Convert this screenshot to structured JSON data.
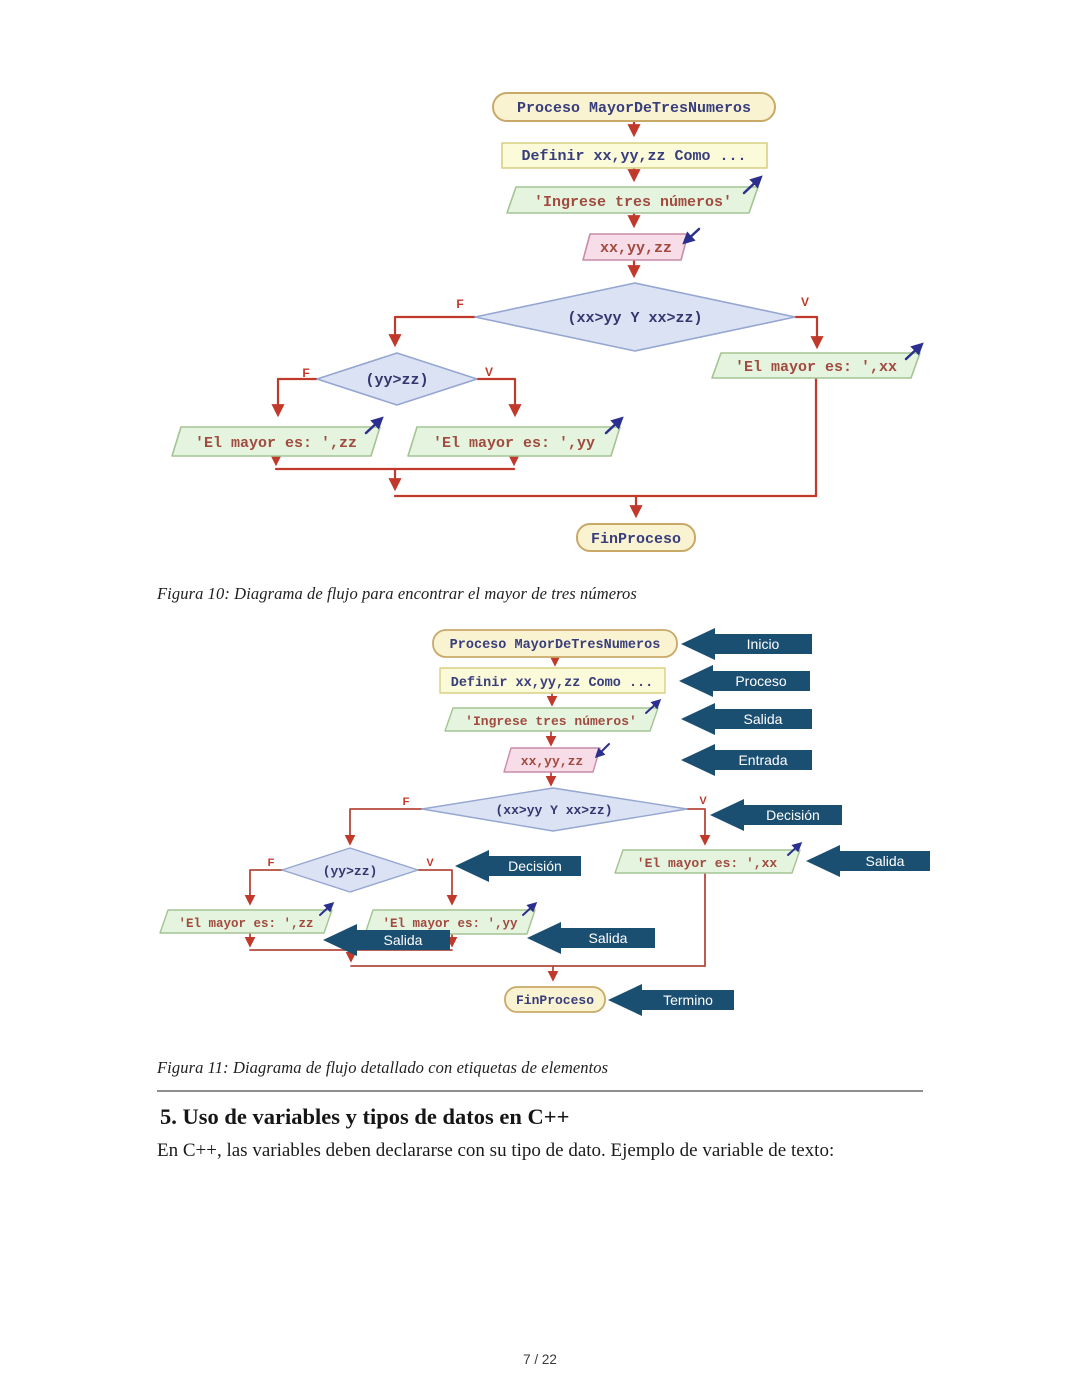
{
  "page": {
    "footer": "7 / 22"
  },
  "figure10": {
    "caption": "Figura 10: Diagrama de flujo para encontrar el mayor de tres números",
    "branch_false": "F",
    "branch_true": "V",
    "nodes": {
      "start": "Proceso MayorDeTresNumeros",
      "define": "Definir xx,yy,zz Como ...",
      "prompt": "'Ingrese tres números'",
      "input": "xx,yy,zz",
      "cond1": "(xx>yy Y xx>zz)",
      "cond2": "(yy>zz)",
      "out_zz": "'El mayor es: ',zz",
      "out_yy": "'El mayor es: ',yy",
      "out_xx": "'El mayor es: ',xx",
      "end": "FinProceso"
    }
  },
  "figure11": {
    "caption": "Figura 11: Diagrama de flujo detallado con etiquetas de elementos",
    "branch_false": "F",
    "branch_true": "V",
    "nodes": {
      "start": "Proceso MayorDeTresNumeros",
      "define": "Definir xx,yy,zz Como ...",
      "prompt": "'Ingrese tres números'",
      "input": "xx,yy,zz",
      "cond1": "(xx>yy Y xx>zz)",
      "cond2": "(yy>zz)",
      "out_zz": "'El mayor es: ',zz",
      "out_yy": "'El mayor es: ',yy",
      "out_xx": "'El mayor es: ',xx",
      "end": "FinProceso"
    },
    "labels": {
      "inicio": "Inicio",
      "proceso": "Proceso",
      "salida": "Salida",
      "entrada": "Entrada",
      "decision": "Decisión",
      "termino": "Termino"
    }
  },
  "section": {
    "heading": "5. Uso de variables y tipos de datos en C++",
    "body": "En C++, las variables deben declararse con su tipo de dato. Ejemplo de variable de texto:"
  },
  "colors": {
    "terminator_fill": "#f9f3d2",
    "terminator_border": "#c9a968",
    "process_fill": "#fbfad9",
    "process_border": "#d8d083",
    "output_fill": "#e4f4de",
    "output_border": "#a3c493",
    "input_fill": "#f7dde7",
    "input_border": "#c98ca8",
    "decision_fill": "#dbe2f4",
    "decision_border": "#95a6d0",
    "arrow_red": "#c0392b",
    "pen_navy": "#2b2f8e",
    "node_text_navy": "#383d7c",
    "output_text_brick": "#a14a3f",
    "tag_navy": "#1b4f72"
  }
}
